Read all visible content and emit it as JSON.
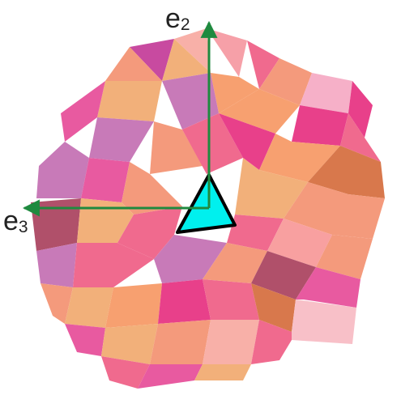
{
  "axes": {
    "e2": {
      "base": "e",
      "sub": "2"
    },
    "e3": {
      "base": "e",
      "sub": "3"
    }
  },
  "colors": {
    "axis": "#1f8a3f",
    "triangle_fill": "#00f0ee",
    "triangle_stroke": "#000000",
    "palette": [
      "#f06a8e",
      "#f49a7c",
      "#f2b07a",
      "#e85aa0",
      "#c87ab8",
      "#f8c0c8",
      "#e8408a",
      "#d8784c",
      "#f7a070",
      "#b0506a"
    ]
  },
  "mesh": {
    "description_icon": "triangulated-surface"
  }
}
